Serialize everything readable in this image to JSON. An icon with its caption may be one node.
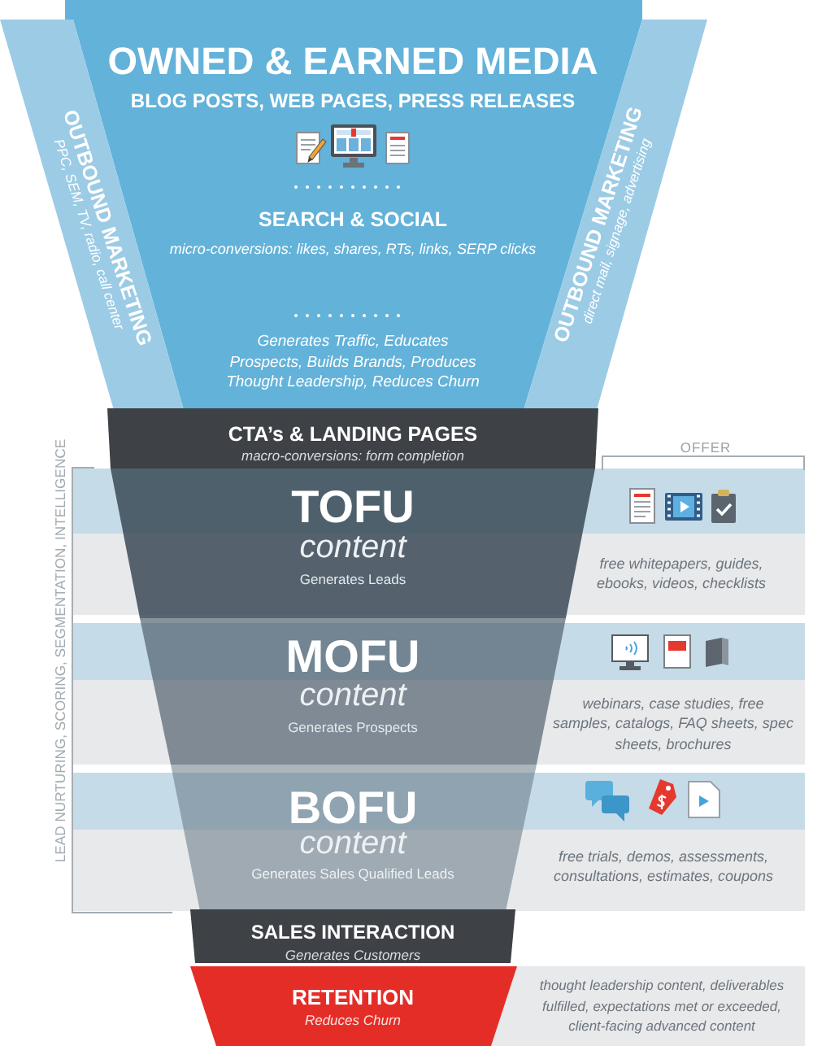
{
  "diagram": {
    "nodes": [
      {
        "text": [
          "OWNED & EARNED MEDIA",
          "BLOG POSTS, WEB PAGES, PRESS RELEASES",
          "SEARCH & SOCIAL",
          "micro-conversions: likes, shares, RTs, links, SERP clicks",
          "Generates Traffic, Educates Prospects, Builds Brands, Produces Thought Leadership, Reduces Churn"
        ]
      },
      {
        "text": [
          "OUTBOUND MARKETING",
          "PPC, SEM, TV, radio, call center"
        ]
      },
      {
        "text": [
          "OUTBOUND MARKETING",
          "direct mail, signage, advertising"
        ]
      },
      {
        "text": [
          "CTA’s & LANDING PAGES",
          "macro-conversions: form completion"
        ]
      },
      {
        "text": [
          "TOFU",
          "content",
          "Generates Leads"
        ],
        "beside": [
          "free whitepapers, guides, ebooks, videos, checklists"
        ]
      },
      {
        "text": [
          "MOFU",
          "content",
          "Generates Prospects"
        ],
        "beside": [
          "webinars, case studies, free samples, catalogs, FAQ sheets, spec sheets, brochures"
        ]
      },
      {
        "text": [
          "BOFU",
          "content",
          "Generates Sales Qualified Leads"
        ],
        "beside": [
          "free trials, demos, assessments, consultations, estimates, coupons"
        ]
      },
      {
        "text": [
          "SALES INTERACTION",
          "Generates Customers"
        ]
      },
      {
        "text": [
          "RETENTION",
          "Reduces Churn"
        ],
        "beside": [
          "thought leadership content, deliverables fulfilled, expectations met or exceeded, client-facing advanced content"
        ]
      }
    ],
    "labels": [
      "OFFER",
      "LEAD NURTURING, SCORING, SEGMENTATION, INTELLIGENCE"
    ]
  }
}
